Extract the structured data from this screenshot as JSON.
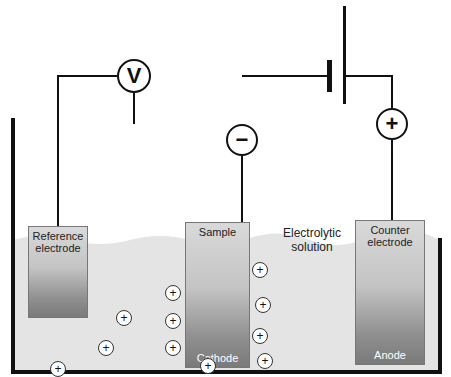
{
  "diagram": {
    "nodes": [
      {
        "text": [
          "Reference electrode"
        ]
      },
      {
        "text": [
          "Sample",
          "Cathode"
        ]
      },
      {
        "text": [
          "Counter electrode",
          "Anode"
        ]
      },
      {
        "text": [
          "V"
        ]
      },
      {
        "text": [
          "−"
        ]
      },
      {
        "text": [
          "+"
        ]
      }
    ],
    "edges": [
      {
        "from": 0,
        "to": 3,
        "arrow": "none"
      },
      {
        "from": 3,
        "to": 4,
        "arrow": "none"
      },
      {
        "from": 4,
        "to": 1,
        "arrow": "none"
      },
      {
        "from": 5,
        "to": 2,
        "arrow": "none"
      }
    ],
    "labels": [
      "Electrolytic solution",
      "+",
      "+",
      "+",
      "+",
      "+",
      "+",
      "+",
      "+",
      "+",
      "+",
      "+"
    ]
  }
}
